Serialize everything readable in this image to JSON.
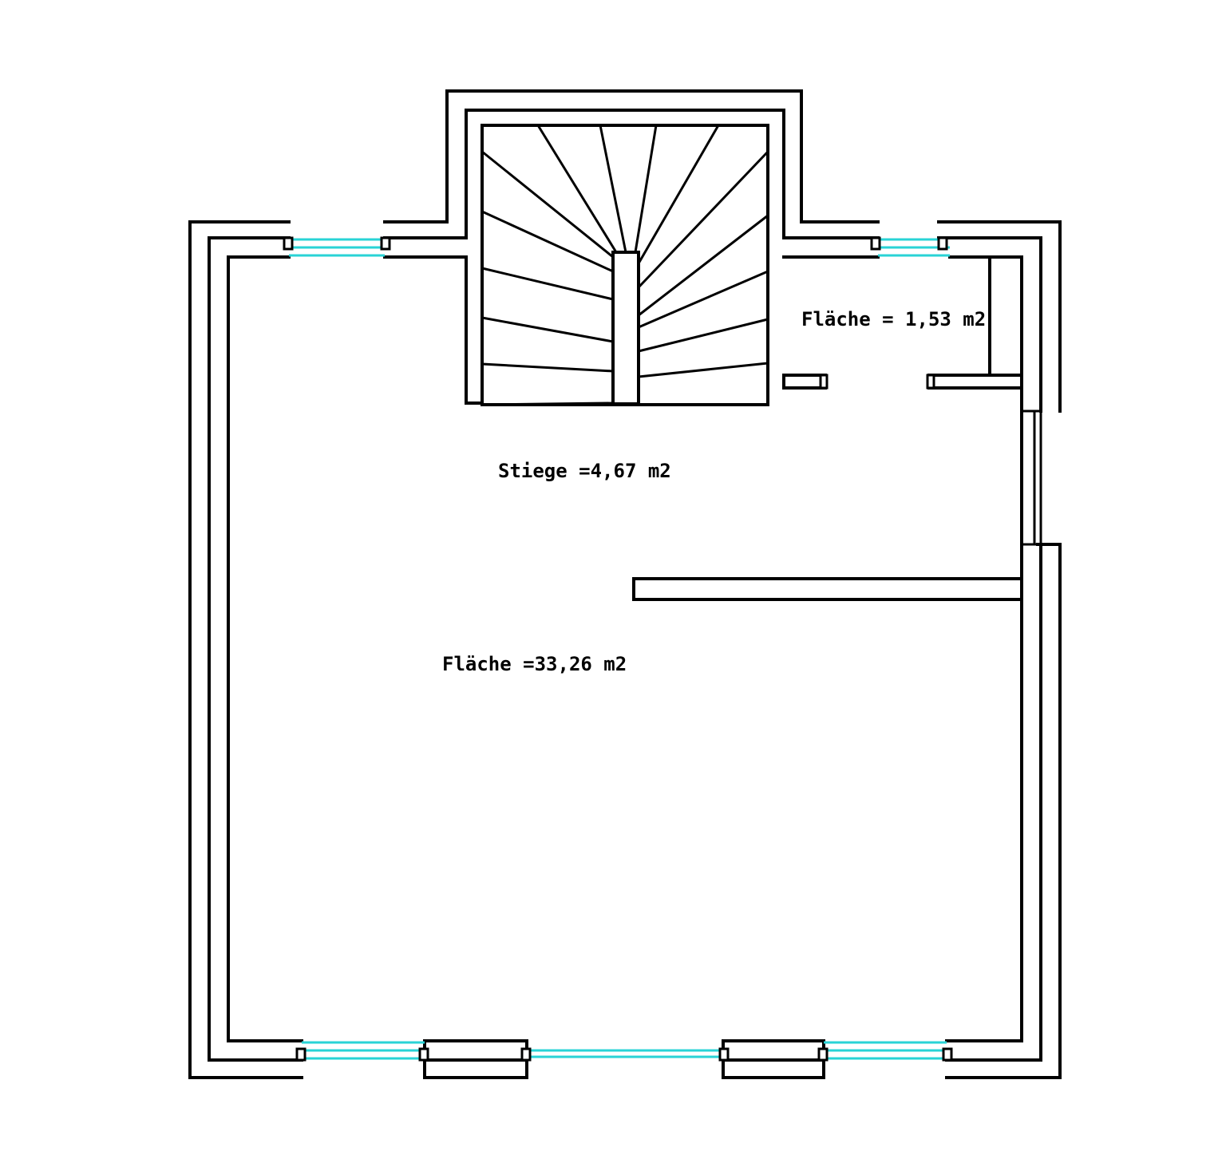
{
  "labels": {
    "stair": "Stiege =4,67 m2",
    "main_room": "Fläche =33,26 m2",
    "small_room": "Fläche = 1,53 m2"
  },
  "colors": {
    "walls": "#000000",
    "glazing": "#29d3d6",
    "background": "#ffffff"
  }
}
